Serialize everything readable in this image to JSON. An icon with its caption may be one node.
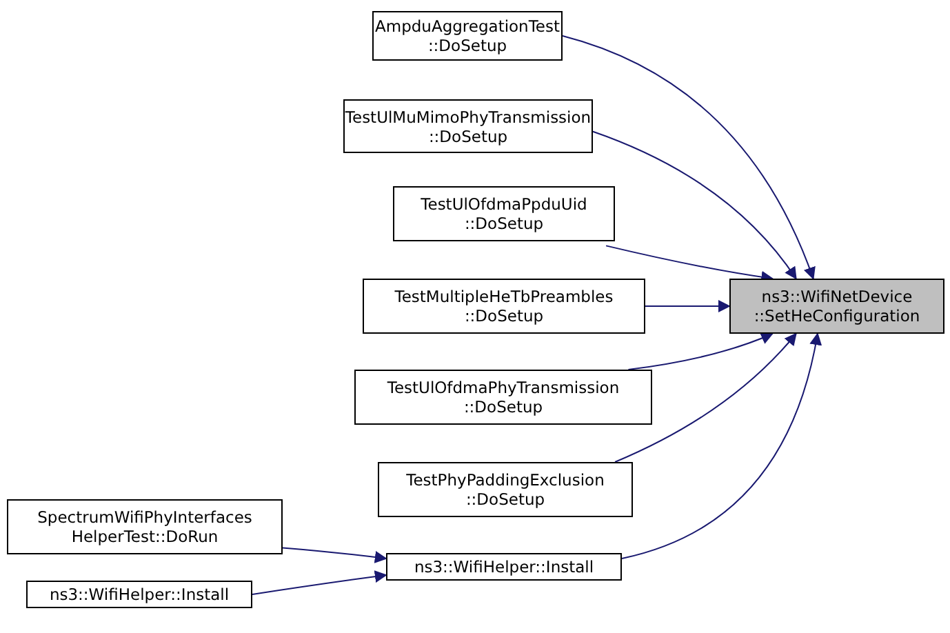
{
  "diagram": {
    "nodes": [
      {
        "text": [
          "ns3::WifiNetDevice ::SetHeConfiguration"
        ]
      },
      {
        "text": [
          "AmpduAggregationTest ::DoSetup"
        ]
      },
      {
        "text": [
          "TestUlMuMimoPhyTransmission ::DoSetup"
        ]
      },
      {
        "text": [
          "TestUlOfdmaPpduUid ::DoSetup"
        ]
      },
      {
        "text": [
          "TestMultipleHeTbPreambles ::DoSetup"
        ]
      },
      {
        "text": [
          "TestUlOfdmaPhyTransmission ::DoSetup"
        ]
      },
      {
        "text": [
          "TestPhyPaddingExclusion ::DoSetup"
        ]
      },
      {
        "text": [
          "ns3::WifiHelper::Install"
        ]
      },
      {
        "text": [
          "SpectrumWifiPhyInterfaces HelperTest::DoRun"
        ]
      },
      {
        "text": [
          "ns3::WifiHelper::Install"
        ]
      }
    ],
    "edges": [
      {
        "from": 1,
        "to": 0,
        "arrow": "to"
      },
      {
        "from": 2,
        "to": 0,
        "arrow": "to"
      },
      {
        "from": 3,
        "to": 0,
        "arrow": "to"
      },
      {
        "from": 4,
        "to": 0,
        "arrow": "to"
      },
      {
        "from": 5,
        "to": 0,
        "arrow": "to"
      },
      {
        "from": 6,
        "to": 0,
        "arrow": "to"
      },
      {
        "from": 7,
        "to": 0,
        "arrow": "to"
      },
      {
        "from": 8,
        "to": 7,
        "arrow": "to"
      },
      {
        "from": 9,
        "to": 7,
        "arrow": "to"
      }
    ]
  }
}
